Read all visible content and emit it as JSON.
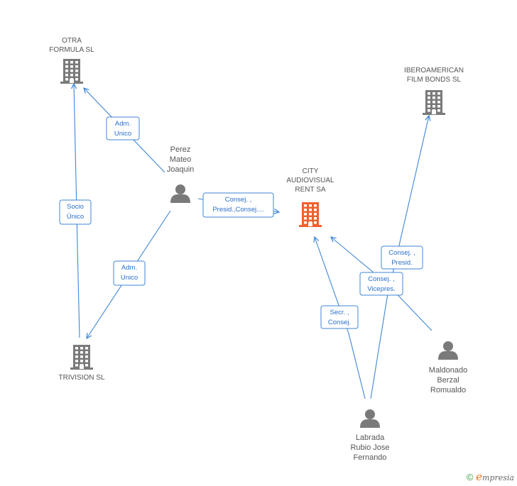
{
  "nodes": {
    "otra_formula": {
      "lines": [
        "OTRA",
        "FORMULA SL"
      ],
      "kind": "company"
    },
    "trivision": {
      "lines": [
        "TRIVISION SL"
      ],
      "kind": "company"
    },
    "city_audiovisual": {
      "lines": [
        "CITY",
        "AUDIOVISUAL",
        "RENT SA"
      ],
      "kind": "company-focus"
    },
    "iberoamerican": {
      "lines": [
        "IBEROAMERICAN",
        "FILM BONDS SL"
      ],
      "kind": "company"
    },
    "perez": {
      "lines": [
        "Perez",
        "Mateo",
        "Joaquin"
      ],
      "kind": "person"
    },
    "labrada": {
      "lines": [
        "Labrada",
        "Rubio Jose",
        "Fernando"
      ],
      "kind": "person"
    },
    "maldonado": {
      "lines": [
        "Maldonado",
        "Berzal",
        "Romualdo"
      ],
      "kind": "person"
    }
  },
  "edges": [
    {
      "from": "perez",
      "to": "otra_formula",
      "label": [
        "Adm.",
        "Unico"
      ]
    },
    {
      "from": "trivision",
      "to": "otra_formula",
      "label": [
        "Socio",
        "Único"
      ]
    },
    {
      "from": "perez",
      "to": "trivision",
      "label": [
        "Adm.",
        "Unico"
      ]
    },
    {
      "from": "perez",
      "to": "city_audiovisual",
      "label": [
        "Consej. ,",
        "Presid.,Consej...."
      ]
    },
    {
      "from": "labrada",
      "to": "city_audiovisual",
      "label": [
        "Secr. ,",
        "Consej."
      ]
    },
    {
      "from": "maldonado",
      "to": "city_audiovisual",
      "label": [
        "Consej. ,",
        "Vicepres."
      ]
    },
    {
      "from": "labrada",
      "to": "iberoamerican",
      "label": [
        "Consej. ,",
        "Presid."
      ]
    }
  ],
  "colors": {
    "company": "#7a7a7a",
    "focus": "#f0602e",
    "person": "#7a7a7a",
    "edge": "#3f86d6"
  },
  "footer": {
    "copyright": "©",
    "brand_initial": "e",
    "brand_rest": "mpresia"
  }
}
